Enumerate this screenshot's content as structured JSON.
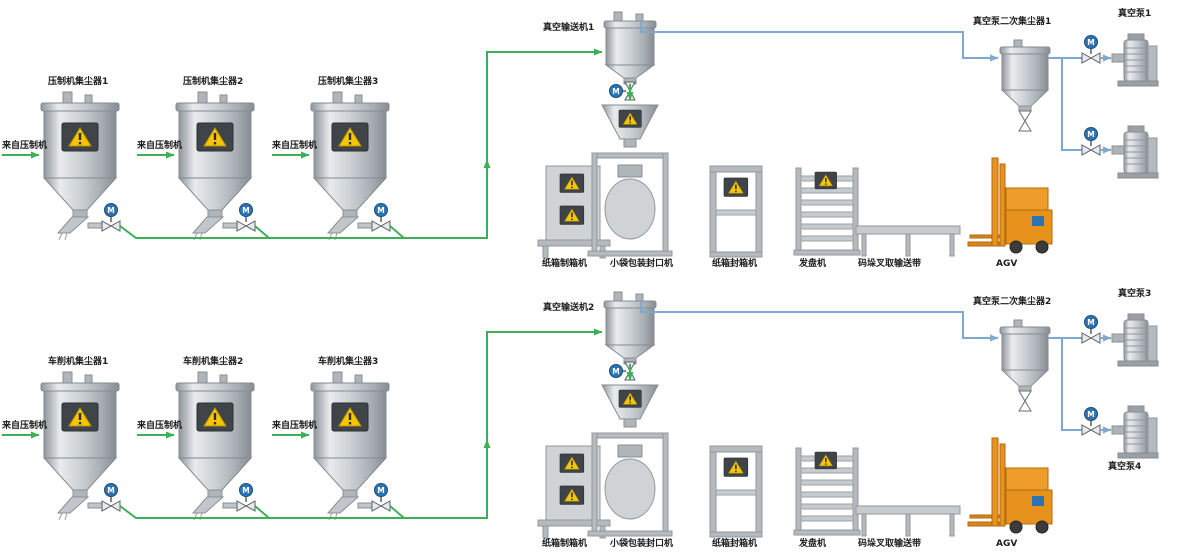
{
  "diagram": {
    "valve_motor_label": "M",
    "colors": {
      "material_line_green": "#3bb054",
      "vacuum_line_blue": "#7fa8d0",
      "equipment_gray": "#c1c5c9",
      "warning_panel": "#3f4449",
      "warning_yellow": "#f6c700",
      "valve_motor_blue": "#2e74b5",
      "agv_orange": "#e8921e",
      "background": "#ffffff"
    },
    "equipment_labels": [
      "纸箱制箱机",
      "小袋包装封口机",
      "纸箱封箱机",
      "发盘机",
      "码垛叉取输送带",
      "AGV"
    ],
    "top": {
      "collectors": [
        "压制机集尘器1",
        "压制机集尘器2",
        "压制机集尘器3"
      ],
      "sources": [
        "来自压制机",
        "来自压制机",
        "来自压制机"
      ],
      "conveyor": "真空输送机1",
      "secondary_collector": "真空泵二次集尘器1",
      "pumps": [
        "真空泵1"
      ]
    },
    "bottom": {
      "collectors": [
        "车削机集尘器1",
        "车削机集尘器2",
        "车削机集尘器3"
      ],
      "sources": [
        "来自压制机",
        "来自压制机",
        "来自压制机"
      ],
      "conveyor": "真空输送机2",
      "secondary_collector": "真空泵二次集尘器2",
      "pumps": [
        "真空泵3",
        "真空泵4"
      ]
    }
  }
}
